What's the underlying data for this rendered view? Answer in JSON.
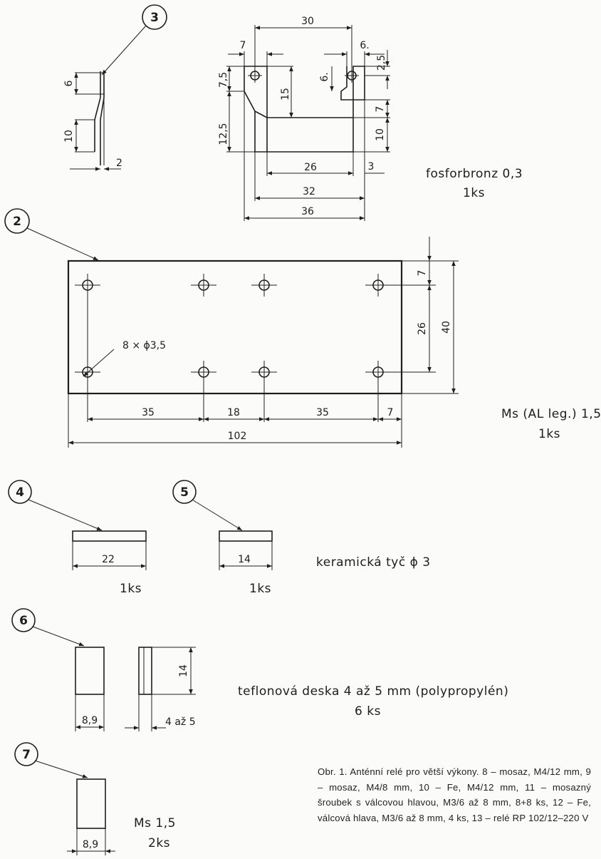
{
  "parts": {
    "p3": {
      "callout": "3",
      "dims": {
        "h6": "6",
        "h10": "10",
        "w2": "2",
        "w30": "30",
        "w7": "7",
        "w6": "6.",
        "h25": "2,5",
        "h75": "7,5",
        "h15": "15",
        "h125": "12,5",
        "i6": "6.",
        "h7": "7",
        "h10r": "10",
        "w26": "26",
        "w3": "3",
        "w32": "32",
        "w36": "36"
      },
      "material": "fosforbronz 0,3",
      "qty": "1ks"
    },
    "p2": {
      "callout": "2",
      "holes": "8 × ϕ3,5",
      "dims": {
        "w35a": "35",
        "w18": "18",
        "w35b": "35",
        "w7": "7",
        "w102": "102",
        "h7": "7",
        "h26": "26",
        "h40": "40"
      },
      "material": "Ms (AL leg.) 1,5",
      "qty": "1ks"
    },
    "p4": {
      "callout": "4",
      "length": "22",
      "qty": "1ks"
    },
    "p5": {
      "callout": "5",
      "length": "14",
      "qty": "1ks"
    },
    "p45_material": "keramická tyč ϕ 3",
    "p6": {
      "callout": "6",
      "width": "8,9",
      "height": "14",
      "thickness": "4 až 5",
      "material": "teflonová deska 4 až 5 mm (polypropylén)",
      "qty": "6 ks"
    },
    "p7": {
      "callout": "7",
      "width": "8,9",
      "material": "Ms 1,5",
      "qty": "2ks"
    }
  },
  "caption": "Obr. 1. Anténní relé pro větší výkony. 8 – mosaz, M4/12 mm, 9 – mosaz, M4/8 mm, 10 – Fe, M4/12 mm, 11 – mosazný šroubek s válcovou hlavou, M3/6 až 8 mm, 8+8 ks, 12 – Fe, válcová hlava, M3/6 až 8 mm, 4 ks, 13 – relé RP 102/12–220 V"
}
